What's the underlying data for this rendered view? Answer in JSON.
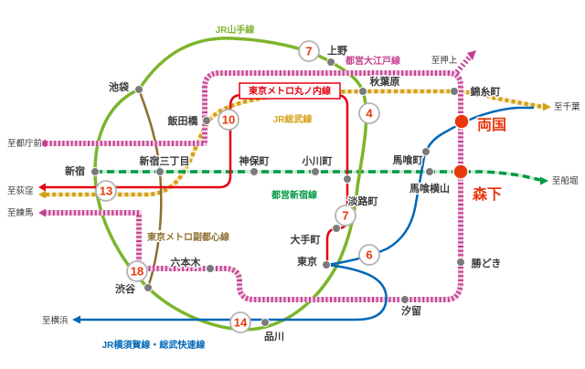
{
  "diagram": {
    "background": "#ffffff",
    "colors": {
      "accent": "#e8380d",
      "station_dot": "#7a7a7a",
      "badge_border": "#b3b3b3"
    },
    "lines": {
      "yamanote": {
        "label": "JR山手線",
        "color": "#7cb52c"
      },
      "oedo": {
        "label": "都営大江戸線",
        "color": "#c4408f"
      },
      "marunouchi": {
        "label": "東京メトロ丸ノ内線",
        "color": "#e60012"
      },
      "sobu": {
        "label": "JR総武線",
        "color": "#d4a017"
      },
      "toei_shinjuku": {
        "label": "都営新宿線",
        "color": "#009944"
      },
      "fukutoshin": {
        "label": "東京メトロ副都心線",
        "color": "#8d6e2f"
      },
      "yokosuka_sobu_rapid": {
        "label": "JR横須賀線・総武快速線",
        "color": "#0068b7"
      }
    },
    "featured_stations": {
      "ryogoku": {
        "label": "両国",
        "badge_color": "#e8380d"
      },
      "morishita": {
        "label": "森下",
        "badge_color": "#e8380d"
      }
    },
    "stations": {
      "ikebukuro": {
        "label": "池袋"
      },
      "ueno": {
        "label": "上野",
        "minutes": "7"
      },
      "akihabara": {
        "label": "秋葉原",
        "minutes": "4"
      },
      "kinshicho": {
        "label": "錦糸町"
      },
      "iidabashi": {
        "label": "飯田橋",
        "minutes": "10"
      },
      "shinjuku": {
        "label": "新宿",
        "minutes": "13"
      },
      "shinjuku_sanchome": {
        "label": "新宿三丁目"
      },
      "jimbocho": {
        "label": "神保町"
      },
      "ogawamachi": {
        "label": "小川町"
      },
      "bakurocho": {
        "label": "馬喰町"
      },
      "bakuro_yokoyama": {
        "label": "馬喰横山"
      },
      "awajicho": {
        "label": "淡路町",
        "minutes": "7"
      },
      "otemachi": {
        "label": "大手町"
      },
      "tokyo": {
        "label": "東京",
        "minutes": "6"
      },
      "roppongi": {
        "label": "六本木"
      },
      "kachidoki": {
        "label": "勝どき"
      },
      "shibuya": {
        "label": "渋谷",
        "minutes": "18"
      },
      "shiodome": {
        "label": "汐留"
      },
      "shinagawa": {
        "label": "品川",
        "minutes": "14"
      }
    },
    "edge_labels": {
      "oshiage": "至押上",
      "chiba": "至千葉",
      "funabori": "至船堀",
      "tochomae": "至都庁前",
      "ogikubo": "至荻窪",
      "nerima": "至練馬",
      "yokohama": "至横浜"
    }
  }
}
